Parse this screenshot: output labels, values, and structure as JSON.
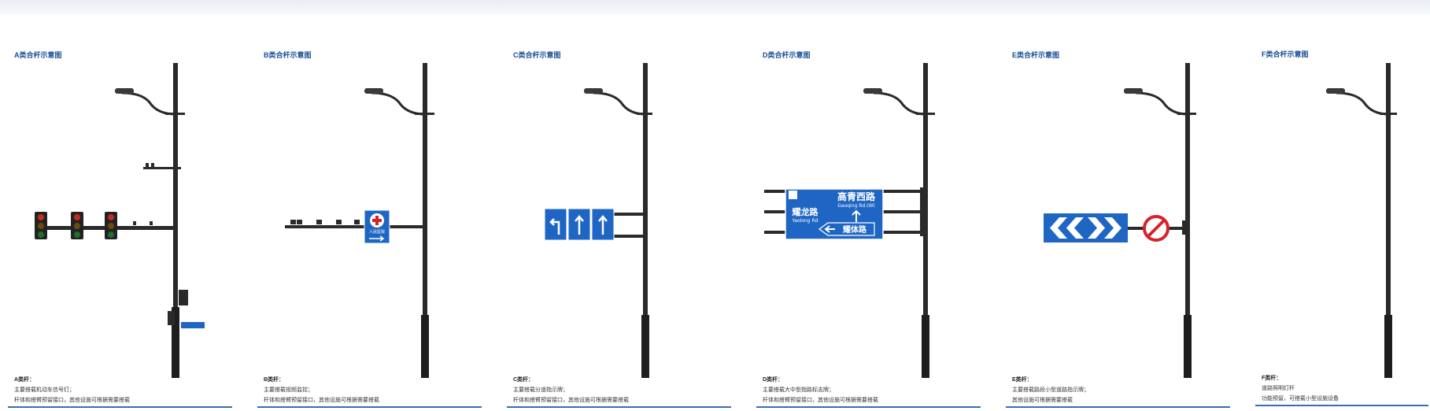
{
  "panels": [
    {
      "title": "A类合杆示意图",
      "caption_head": "A类杆：",
      "caption_lines": [
        "主要搭载机动车信号灯；",
        "杆体和搭臂预留接口，其他设施可根据需要搭载"
      ]
    },
    {
      "title": "B类合杆示意图",
      "caption_head": "B类杆：",
      "caption_lines": [
        "主要搭载视频监控；",
        "杆体和搭臂预留接口，其他设施可根据需要搭载"
      ],
      "sign_text": "人民医院"
    },
    {
      "title": "C类合杆示意图",
      "caption_head": "C类杆：",
      "caption_lines": [
        "主要搭载分道指示牌；",
        "杆体和搭臂预留接口，其他设施可根据需要搭载"
      ]
    },
    {
      "title": "D类合杆示意图",
      "caption_head": "D类杆：",
      "caption_lines": [
        "主要搭载大中型指路标志牌；",
        "杆体和搭臂预留接口，其他设施可根据需要搭载"
      ],
      "sign": {
        "road1_cn": "高青西路",
        "road1_en": "Gaoqing Rd.(W)",
        "road2_cn": "耀龙路",
        "road2_en": "Yaolong Rd",
        "road3_cn": "耀体路"
      }
    },
    {
      "title": "E类合杆示意图",
      "caption_head": "E类杆：",
      "caption_lines": [
        "主要搭载路段小型道路指示牌；",
        "其他设施可根据需要搭载"
      ]
    },
    {
      "title": "F类合杆示意图",
      "caption_head": "F类杆：",
      "caption_lines": [
        "道路照明灯杆",
        "功能预留，可搭载小型设施设备"
      ]
    }
  ],
  "colors": {
    "title_blue": "#1a4f95",
    "sign_blue": "#1f66c4",
    "pole_dark": "#2a2a2a",
    "underline": "#3a6db3",
    "prohibit_red": "#d8222a"
  }
}
